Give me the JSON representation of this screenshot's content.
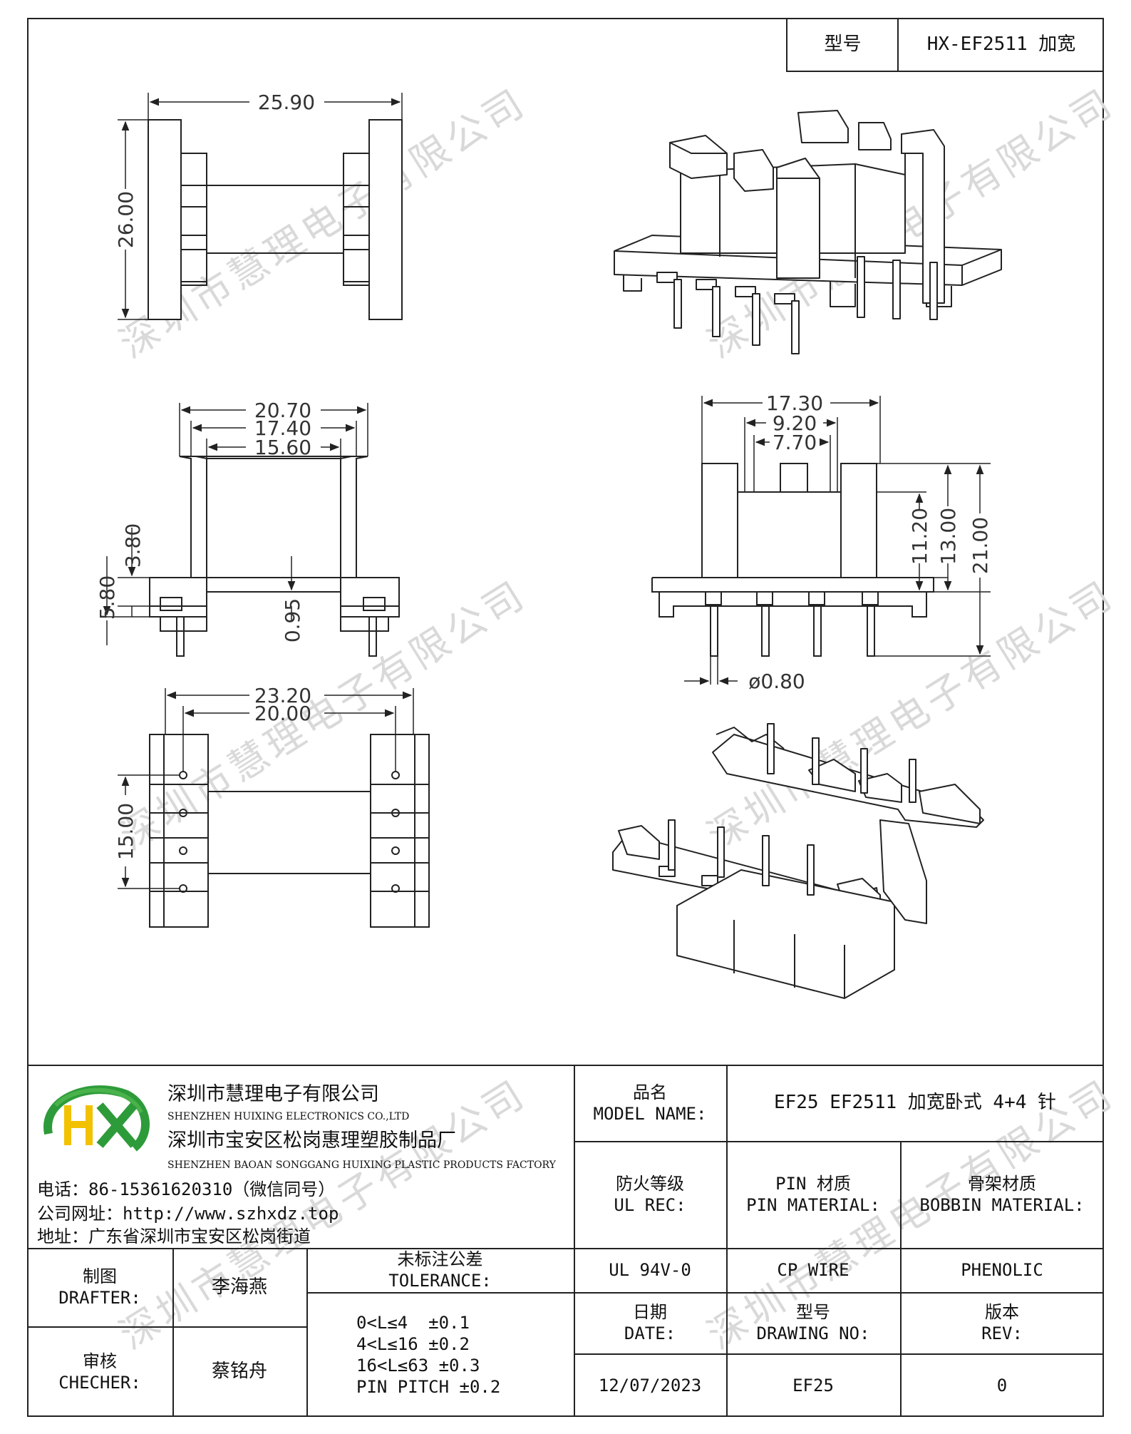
{
  "header": {
    "model_label": "型号",
    "model_value": "HX-EF2511 加宽"
  },
  "watermark": "深圳市慧理电子有限公司",
  "dimensions": {
    "top_width": "25.90",
    "top_height": "26.00",
    "front_w1": "20.70",
    "front_w2": "17.40",
    "front_w3": "15.60",
    "front_h1": "3.80",
    "front_h2": "5.80",
    "front_h3": "0.95",
    "side_w1": "17.30",
    "side_w2": "9.20",
    "side_w3": "7.70",
    "side_h1": "11.20",
    "side_h2": "13.00",
    "side_h3": "21.00",
    "side_pin": "ø0.80",
    "bottom_w1": "23.20",
    "bottom_w2": "20.00",
    "bottom_h": "15.00"
  },
  "company": {
    "logo_letters": "HX",
    "name_cn": "深圳市慧理电子有限公司",
    "name_en": "SHENZHEN HUIXING ELECTRONICS CO.,LTD",
    "factory_cn": "深圳市宝安区松岗惠理塑胶制品厂",
    "factory_en": "SHENZHEN BAOAN SONGGANG HUIXING PLASTIC PRODUCTS FACTORY",
    "phone": "电话：86-15361620310（微信同号）",
    "website": "公司网址：http://www.szhxdz.top",
    "address": "地址：广东省深圳市宝安区松岗街道"
  },
  "title_block": {
    "model_name_cn": "品名",
    "model_name_en": "MODEL NAME:",
    "model_name_value": "EF25 EF2511 加宽卧式 4+4 针",
    "ul_cn": "防火等级",
    "ul_en": "UL REC:",
    "pin_cn": "PIN 材质",
    "pin_en": "PIN MATERIAL:",
    "bobbin_cn": "骨架材质",
    "bobbin_en": "BOBBIN MATERIAL:",
    "ul_value": "UL 94V-0",
    "pin_value": "CP WIRE",
    "bobbin_value": "PHENOLIC",
    "date_cn": "日期",
    "date_en": "DATE:",
    "drawing_cn": "型号",
    "drawing_en": "DRAWING NO:",
    "rev_cn": "版本",
    "rev_en": "REV:",
    "date_value": "12/07/2023",
    "drawing_value": "EF25",
    "rev_value": "0",
    "drafter_cn": "制图",
    "drafter_en": "DRAFTER:",
    "drafter_name": "李海燕",
    "checker_cn": "审核",
    "checker_en": "CHECHER:",
    "checker_name": "蔡铭舟",
    "tolerance_cn": "未标注公差",
    "tolerance_en": "TOLERANCE:",
    "tolerance_lines": [
      "0<L≤4  ±0.1",
      "4<L≤16 ±0.2",
      "16<L≤63 ±0.3",
      "PIN PITCH ±0.2"
    ]
  }
}
